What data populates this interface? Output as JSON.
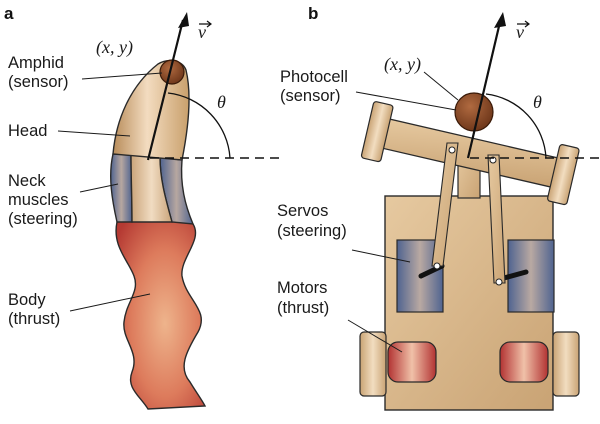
{
  "panel_a": {
    "tag": "a",
    "coord": "(x, y)",
    "v": "v",
    "theta": "θ",
    "labels": {
      "amphid_line1": "Amphid",
      "amphid_line2": "(sensor)",
      "head": "Head",
      "neck_line1": "Neck",
      "neck_line2": "muscles",
      "neck_line3": "(steering)",
      "body_line1": "Body",
      "body_line2": "(thrust)"
    }
  },
  "panel_b": {
    "tag": "b",
    "coord": "(x, y)",
    "v": "v",
    "theta": "θ",
    "labels": {
      "photocell_line1": "Photocell",
      "photocell_line2": "(sensor)",
      "servos_line1": "Servos",
      "servos_line2": "(steering)",
      "motors_line1": "Motors",
      "motors_line2": "(thrust)"
    }
  },
  "colors": {
    "tan": "#d9b98f",
    "tan_dark": "#b08c5f",
    "brown_sensor": "#8a4a2a",
    "muscle_blue": "#5a6f99",
    "body_red": "#c8453a",
    "body_light": "#e6a07a"
  }
}
